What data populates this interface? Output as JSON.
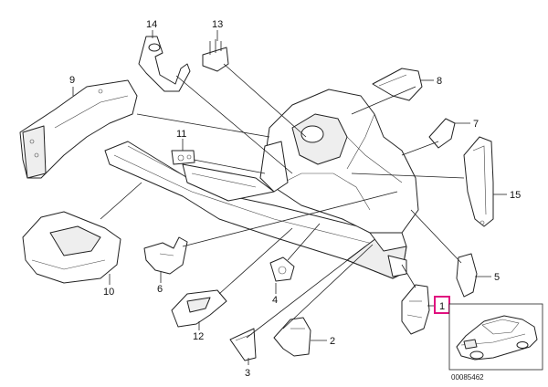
{
  "colors": {
    "highlight": "#e0107f",
    "line": "#222222",
    "background": "#ffffff"
  },
  "labels": [
    {
      "id": "1",
      "text": "1",
      "highlighted": true
    },
    {
      "id": "2",
      "text": "2"
    },
    {
      "id": "3",
      "text": "3"
    },
    {
      "id": "4",
      "text": "4"
    },
    {
      "id": "5",
      "text": "5"
    },
    {
      "id": "6",
      "text": "6"
    },
    {
      "id": "7",
      "text": "7"
    },
    {
      "id": "8",
      "text": "8"
    },
    {
      "id": "9",
      "text": "9"
    },
    {
      "id": "10",
      "text": "10"
    },
    {
      "id": "11",
      "text": "11"
    },
    {
      "id": "12",
      "text": "12"
    },
    {
      "id": "13",
      "text": "13"
    },
    {
      "id": "14",
      "text": "14"
    },
    {
      "id": "15",
      "text": "15"
    }
  ],
  "inset": {
    "doc_id": "00085462",
    "icon": "car-coupe-icon"
  }
}
